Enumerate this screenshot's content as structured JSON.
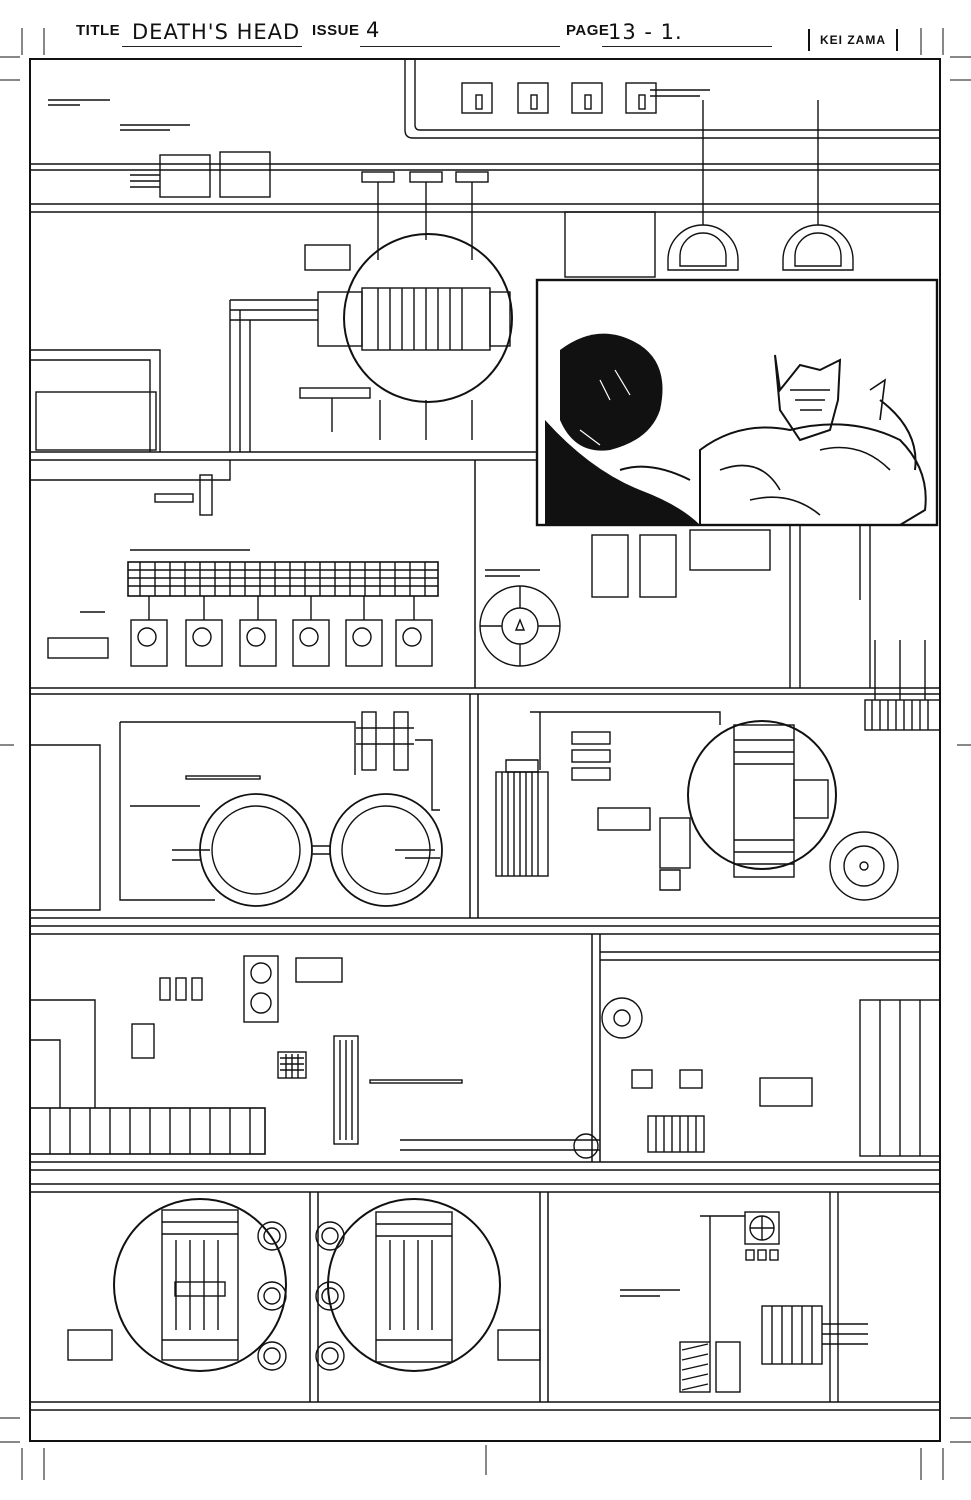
{
  "header": {
    "title_label": "TITLE",
    "title_value": "DEATH'S HEAD",
    "issue_label": "ISSUE",
    "issue_value": "4",
    "page_label": "PAGE",
    "page_value": "13 - 1.",
    "artist": "KEI ZAMA"
  },
  "colors": {
    "ink": "#111111",
    "paper": "#ffffff"
  }
}
